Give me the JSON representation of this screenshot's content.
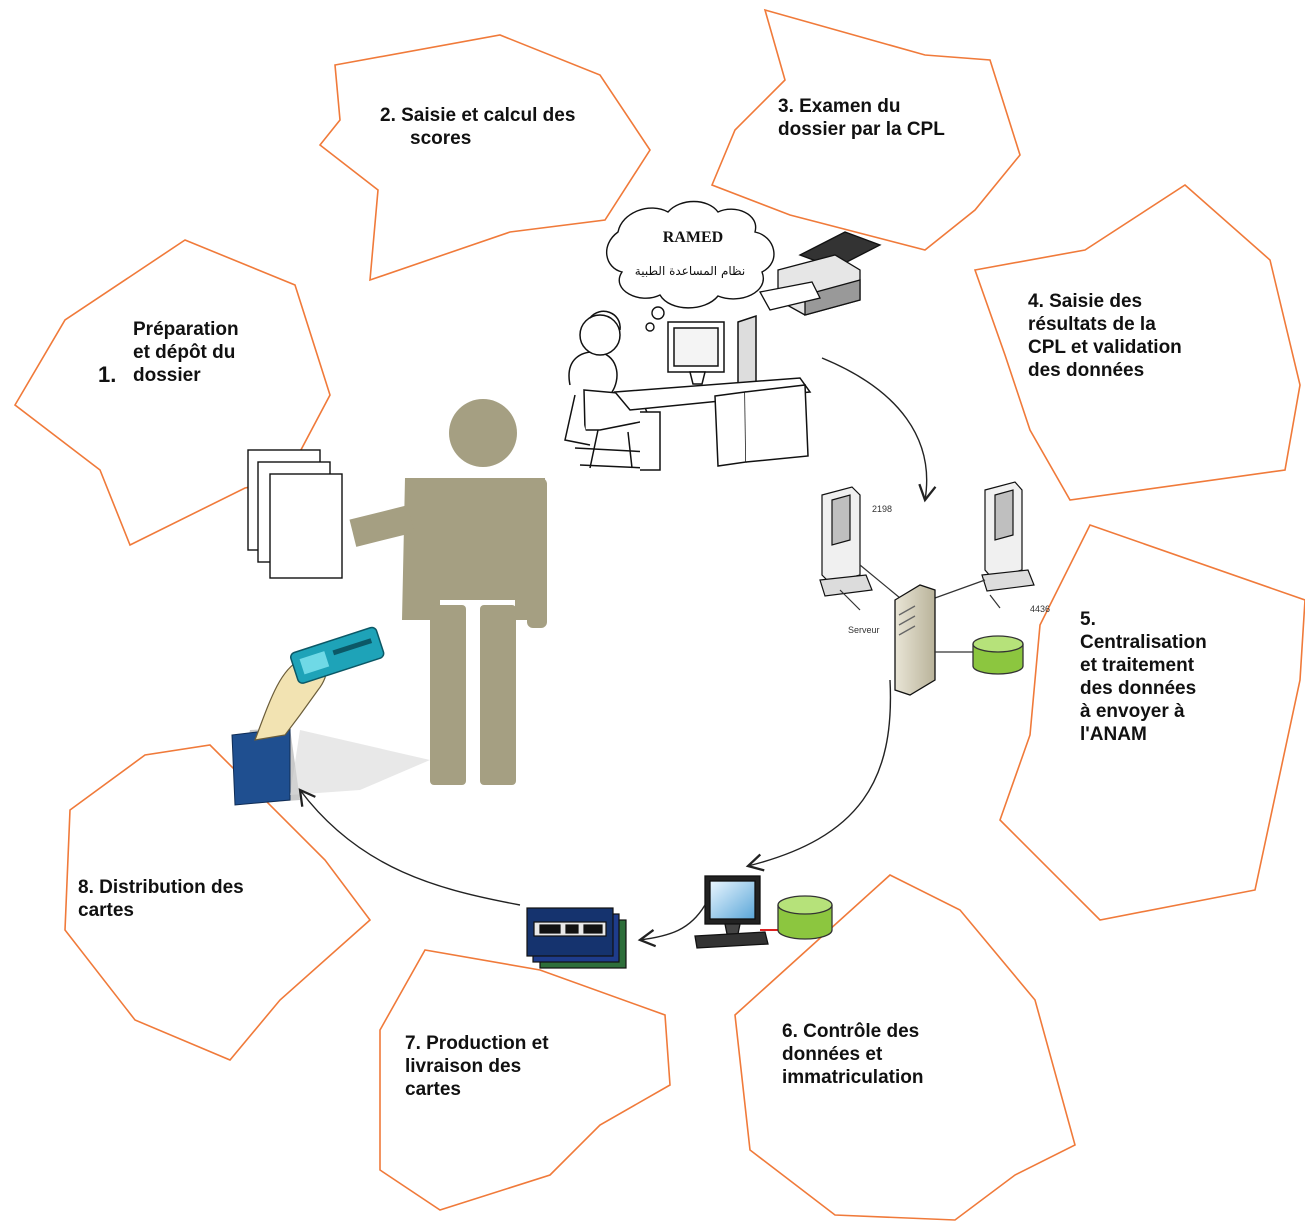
{
  "steps": [
    {
      "num": "1.",
      "lines": [
        "Préparation",
        "et dépôt du",
        "dossier"
      ]
    },
    {
      "lines": [
        "2. Saisie et calcul des",
        "scores"
      ]
    },
    {
      "lines": [
        "3. Examen du",
        "dossier par la CPL"
      ]
    },
    {
      "lines": [
        "4. Saisie des",
        "résultats de la",
        "CPL et validation",
        "des données"
      ]
    },
    {
      "lines": [
        "5.",
        "Centralisation",
        "et traitement",
        "des données",
        "à envoyer à",
        "l'ANAM"
      ]
    },
    {
      "lines": [
        "6. Contrôle des",
        "données et",
        "immatriculation"
      ]
    },
    {
      "lines": [
        "7. Production et",
        "livraison des",
        "cartes"
      ]
    },
    {
      "lines": [
        "8. Distribution des",
        "cartes"
      ]
    }
  ],
  "thought_bubble": {
    "title": "RAMED",
    "subtitle": "نظام المساعدة الطبية"
  },
  "network": {
    "server_label": "Serveur"
  },
  "colors": {
    "callout_border": "#F07A3A",
    "figure": "#A59F82",
    "database": "#8CC63F",
    "card": "#1E3C8C"
  }
}
